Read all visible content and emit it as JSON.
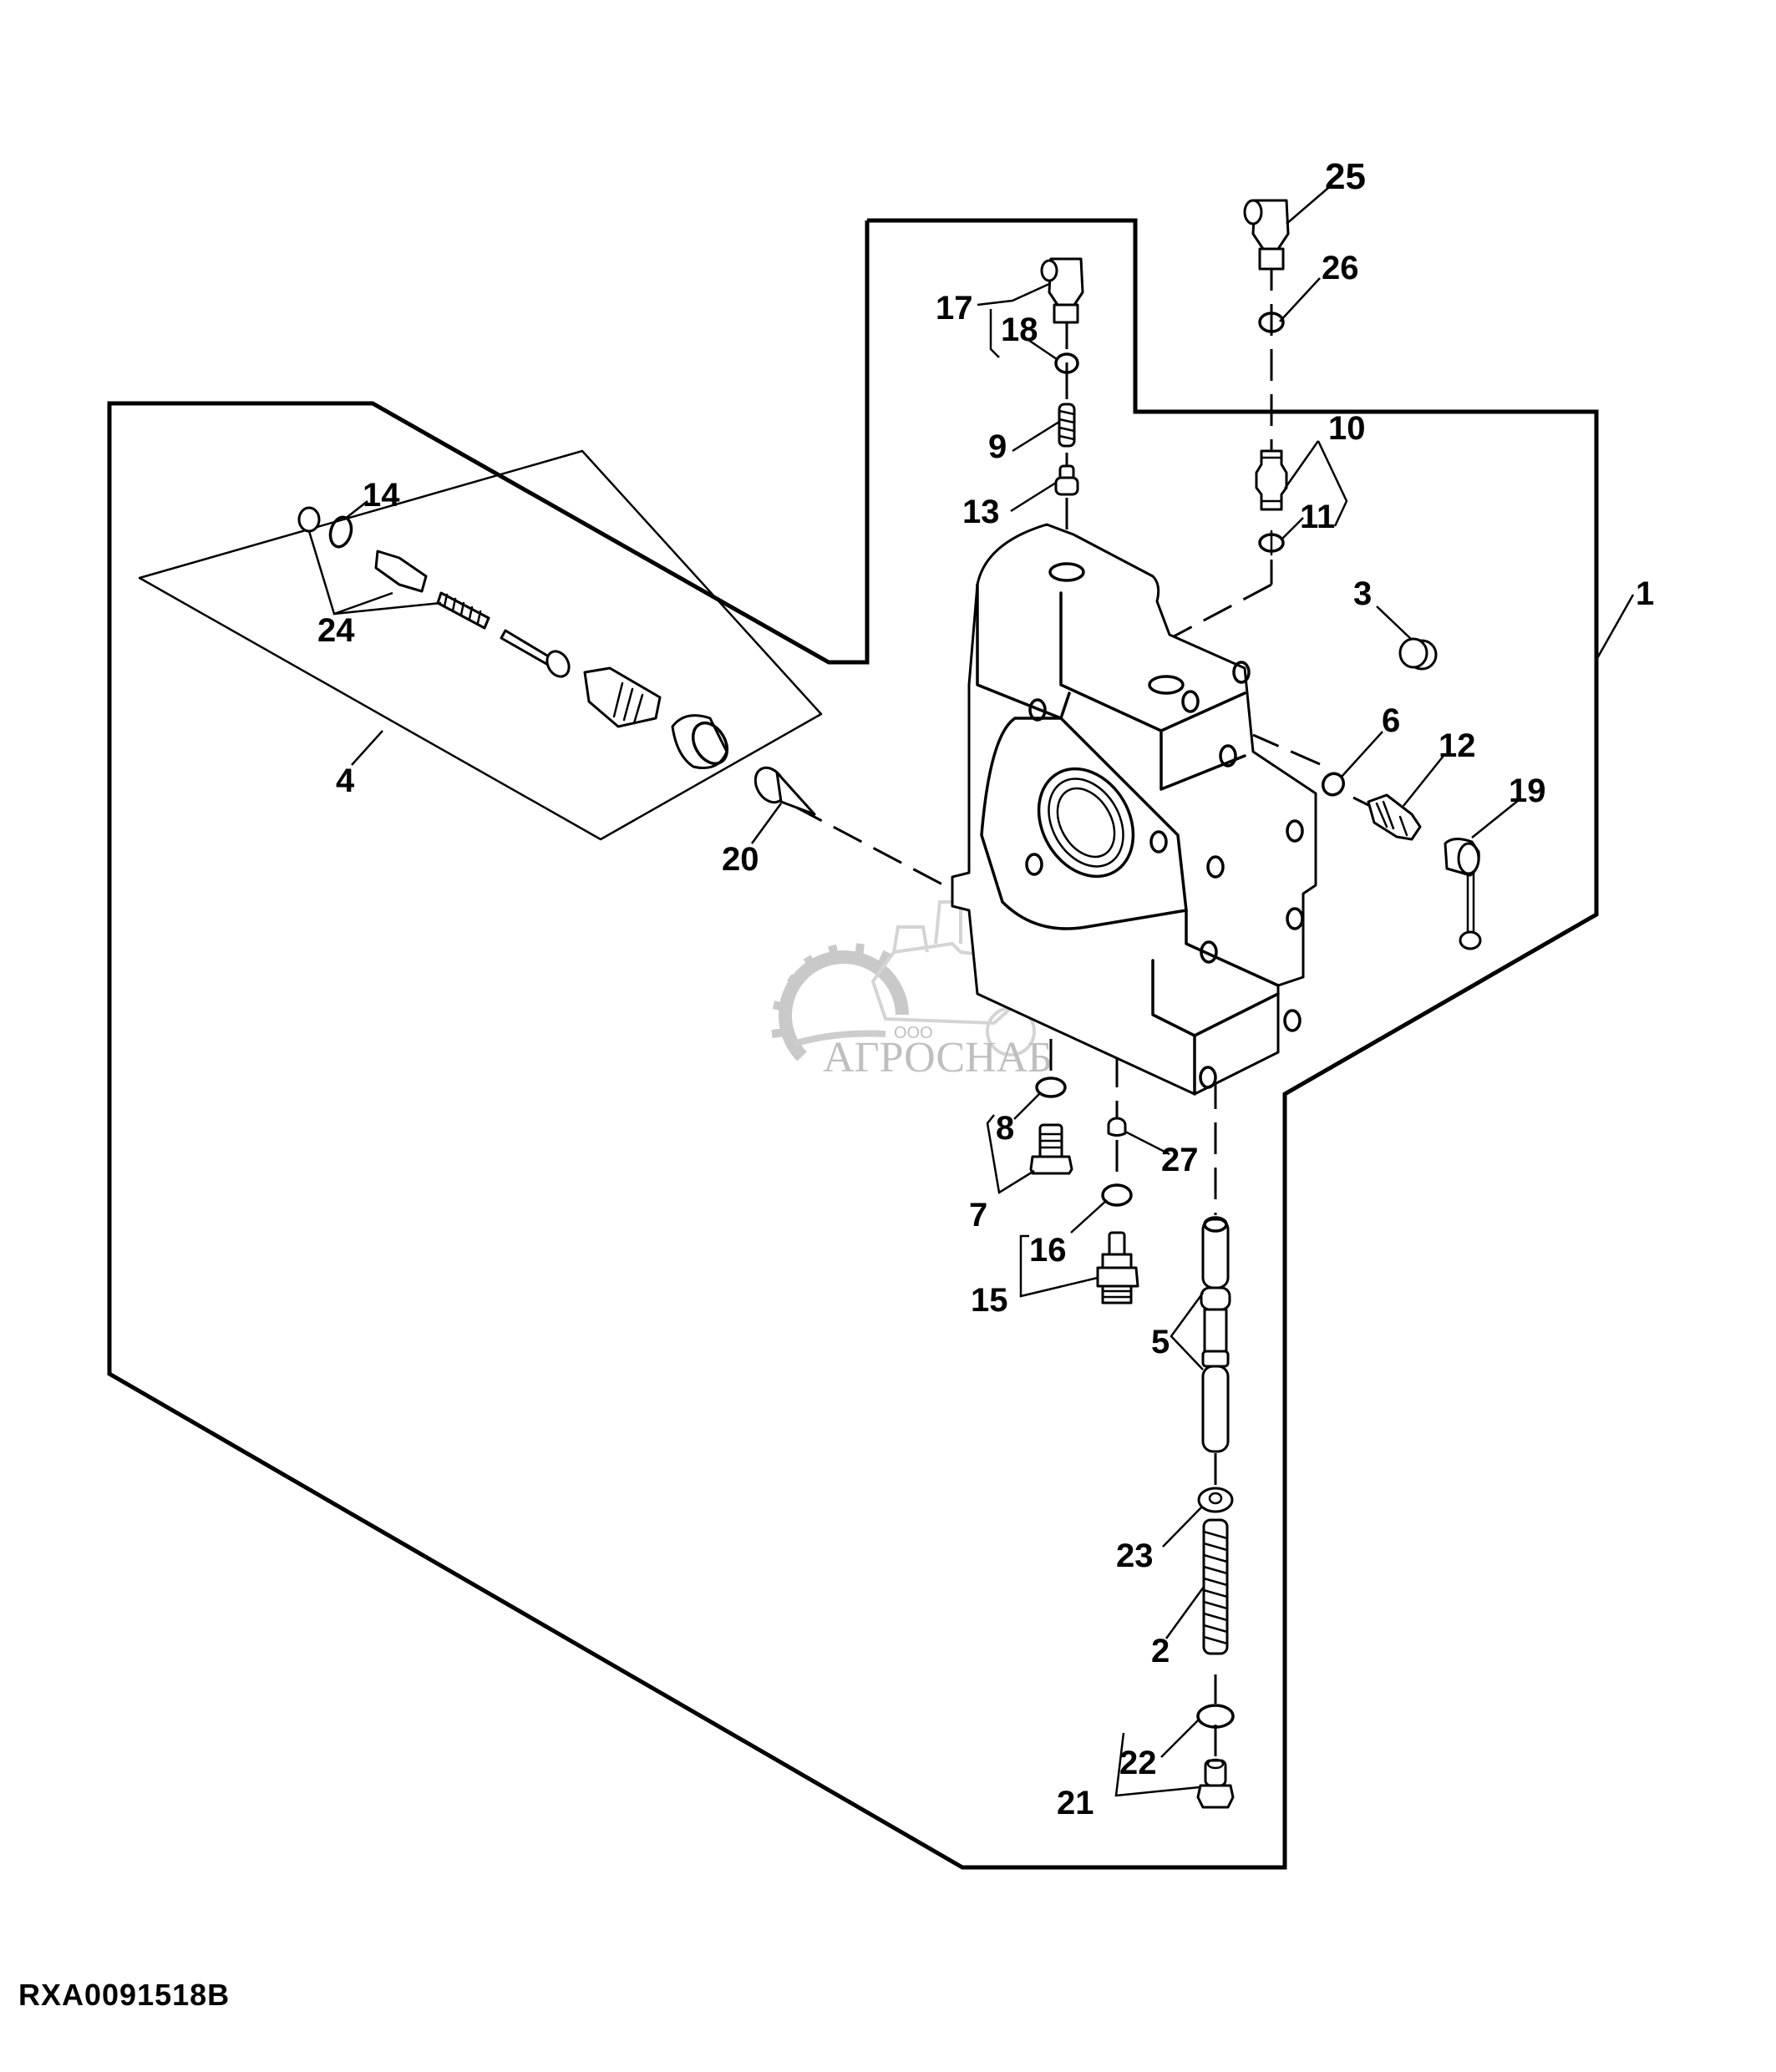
{
  "figure": {
    "code": "RXA0091518B",
    "description": "Exploded parts diagram of hydraulic valve housing"
  },
  "watermark": {
    "prefix": "ООО",
    "brand": "АГРОСНАБ"
  },
  "callouts": [
    {
      "id": "1",
      "label": "1"
    },
    {
      "id": "2",
      "label": "2"
    },
    {
      "id": "3",
      "label": "3"
    },
    {
      "id": "4",
      "label": "4"
    },
    {
      "id": "5",
      "label": "5"
    },
    {
      "id": "6",
      "label": "6"
    },
    {
      "id": "7",
      "label": "7"
    },
    {
      "id": "8",
      "label": "8"
    },
    {
      "id": "9",
      "label": "9"
    },
    {
      "id": "10",
      "label": "10"
    },
    {
      "id": "11",
      "label": "11"
    },
    {
      "id": "12",
      "label": "12"
    },
    {
      "id": "13",
      "label": "13"
    },
    {
      "id": "14",
      "label": "14"
    },
    {
      "id": "15",
      "label": "15"
    },
    {
      "id": "16",
      "label": "16"
    },
    {
      "id": "17",
      "label": "17"
    },
    {
      "id": "18",
      "label": "18"
    },
    {
      "id": "19",
      "label": "19"
    },
    {
      "id": "20",
      "label": "20"
    },
    {
      "id": "21",
      "label": "21"
    },
    {
      "id": "22",
      "label": "22"
    },
    {
      "id": "23",
      "label": "23"
    },
    {
      "id": "24",
      "label": "24"
    },
    {
      "id": "25",
      "label": "25"
    },
    {
      "id": "26",
      "label": "26"
    },
    {
      "id": "27",
      "label": "27"
    }
  ]
}
